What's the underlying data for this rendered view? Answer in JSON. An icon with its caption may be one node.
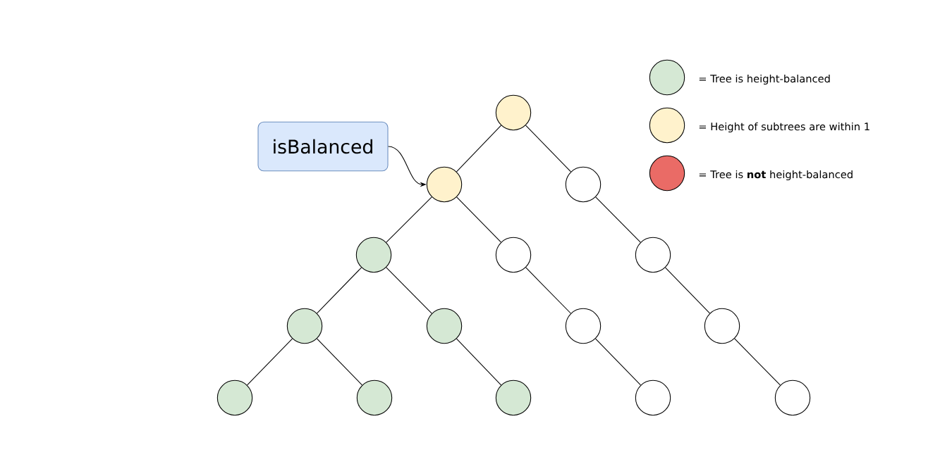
{
  "diagram": {
    "nodes": [
      {
        "text": [
          "isBalanced"
        ]
      },
      {
        "text": [],
        "shape": "circle"
      },
      {
        "text": [],
        "shape": "circle"
      },
      {
        "text": [],
        "shape": "circle"
      },
      {
        "text": [],
        "shape": "circle"
      },
      {
        "text": [],
        "shape": "circle"
      },
      {
        "text": [],
        "shape": "circle"
      },
      {
        "text": [],
        "shape": "circle"
      },
      {
        "text": [],
        "shape": "circle"
      },
      {
        "text": [],
        "shape": "circle"
      },
      {
        "text": [],
        "shape": "circle"
      },
      {
        "text": [],
        "shape": "circle"
      },
      {
        "text": [],
        "shape": "circle"
      },
      {
        "text": [],
        "shape": "circle"
      },
      {
        "text": [],
        "shape": "circle"
      },
      {
        "text": [],
        "shape": "circle"
      }
    ],
    "edges": [
      {
        "from": 0,
        "to": 2,
        "arrow": "to"
      },
      {
        "from": 1,
        "to": 2,
        "arrow": "none"
      },
      {
        "from": 1,
        "to": 3,
        "arrow": "none"
      },
      {
        "from": 2,
        "to": 4,
        "arrow": "none"
      },
      {
        "from": 2,
        "to": 5,
        "arrow": "none"
      },
      {
        "from": 3,
        "to": 6,
        "arrow": "none"
      },
      {
        "from": 4,
        "to": 7,
        "arrow": "none"
      },
      {
        "from": 4,
        "to": 8,
        "arrow": "none"
      },
      {
        "from": 5,
        "to": 9,
        "arrow": "none"
      },
      {
        "from": 6,
        "to": 10,
        "arrow": "none"
      },
      {
        "from": 7,
        "to": 11,
        "arrow": "none"
      },
      {
        "from": 7,
        "to": 12,
        "arrow": "none"
      },
      {
        "from": 8,
        "to": 13,
        "arrow": "none"
      },
      {
        "from": 9,
        "to": 14,
        "arrow": "none"
      },
      {
        "from": 10,
        "to": 15,
        "arrow": "none"
      }
    ],
    "legend": [
      {
        "text": "= Tree is height-balanced",
        "color": "#d5e8d4"
      },
      {
        "text": "= Height of subtrees are within 1",
        "color": "#fff2cc"
      },
      {
        "text": "= Tree is **not** height-balanced",
        "color": "#ea6b66"
      }
    ]
  }
}
